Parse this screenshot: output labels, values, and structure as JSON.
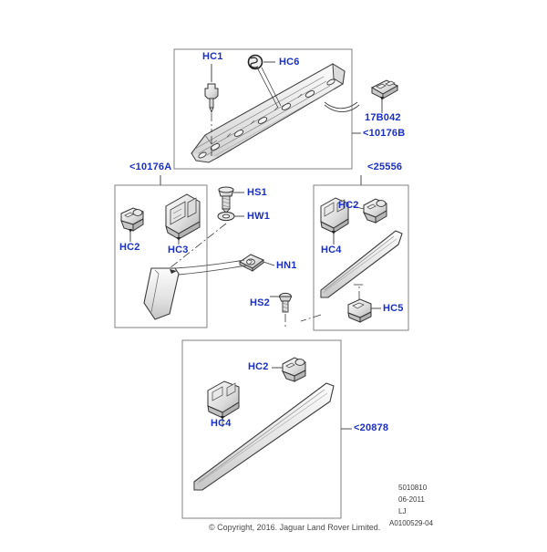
{
  "diagram": {
    "title": "Jaguar Land Rover parts illustration - body side mouldings and sill trim",
    "label_color": "#1a2fc4",
    "line_color": "#3a3a3a",
    "panels": [
      {
        "id": "panel-top",
        "assembly": "<10176B"
      },
      {
        "id": "panel-middle-left",
        "assembly": "<10176A"
      },
      {
        "id": "panel-middle-right",
        "assembly": "<25556"
      },
      {
        "id": "panel-bottom",
        "assembly": "<20878"
      }
    ],
    "callouts": {
      "top": [
        {
          "name": "HC1",
          "text": "HC1"
        },
        {
          "name": "HC6",
          "text": "HC6"
        },
        {
          "name": "17B042",
          "text": "17B042"
        },
        {
          "name": "10176B",
          "text": "<10176B"
        }
      ],
      "middle_left": [
        {
          "name": "10176A",
          "text": "<10176A"
        },
        {
          "name": "HC2",
          "text": "HC2"
        },
        {
          "name": "HC3",
          "text": "HC3"
        },
        {
          "name": "HS1",
          "text": "HS1"
        },
        {
          "name": "HW1",
          "text": "HW1"
        },
        {
          "name": "HN1",
          "text": "HN1"
        },
        {
          "name": "HS2",
          "text": "HS2"
        }
      ],
      "middle_right": [
        {
          "name": "25556",
          "text": "<25556"
        },
        {
          "name": "HC2",
          "text": "HC2"
        },
        {
          "name": "HC4",
          "text": "HC4"
        },
        {
          "name": "HC5",
          "text": "HC5"
        }
      ],
      "bottom": [
        {
          "name": "HC2",
          "text": "HC2"
        },
        {
          "name": "HC4",
          "text": "HC4"
        },
        {
          "name": "20878",
          "text": "<20878"
        }
      ]
    },
    "footer": {
      "drawing_number": "5010810",
      "date": "06-2011",
      "model_code": "LJ",
      "reference": "A0100529-04",
      "copyright": "© Copyright, 2016. Jaguar Land Rover Limited."
    }
  }
}
